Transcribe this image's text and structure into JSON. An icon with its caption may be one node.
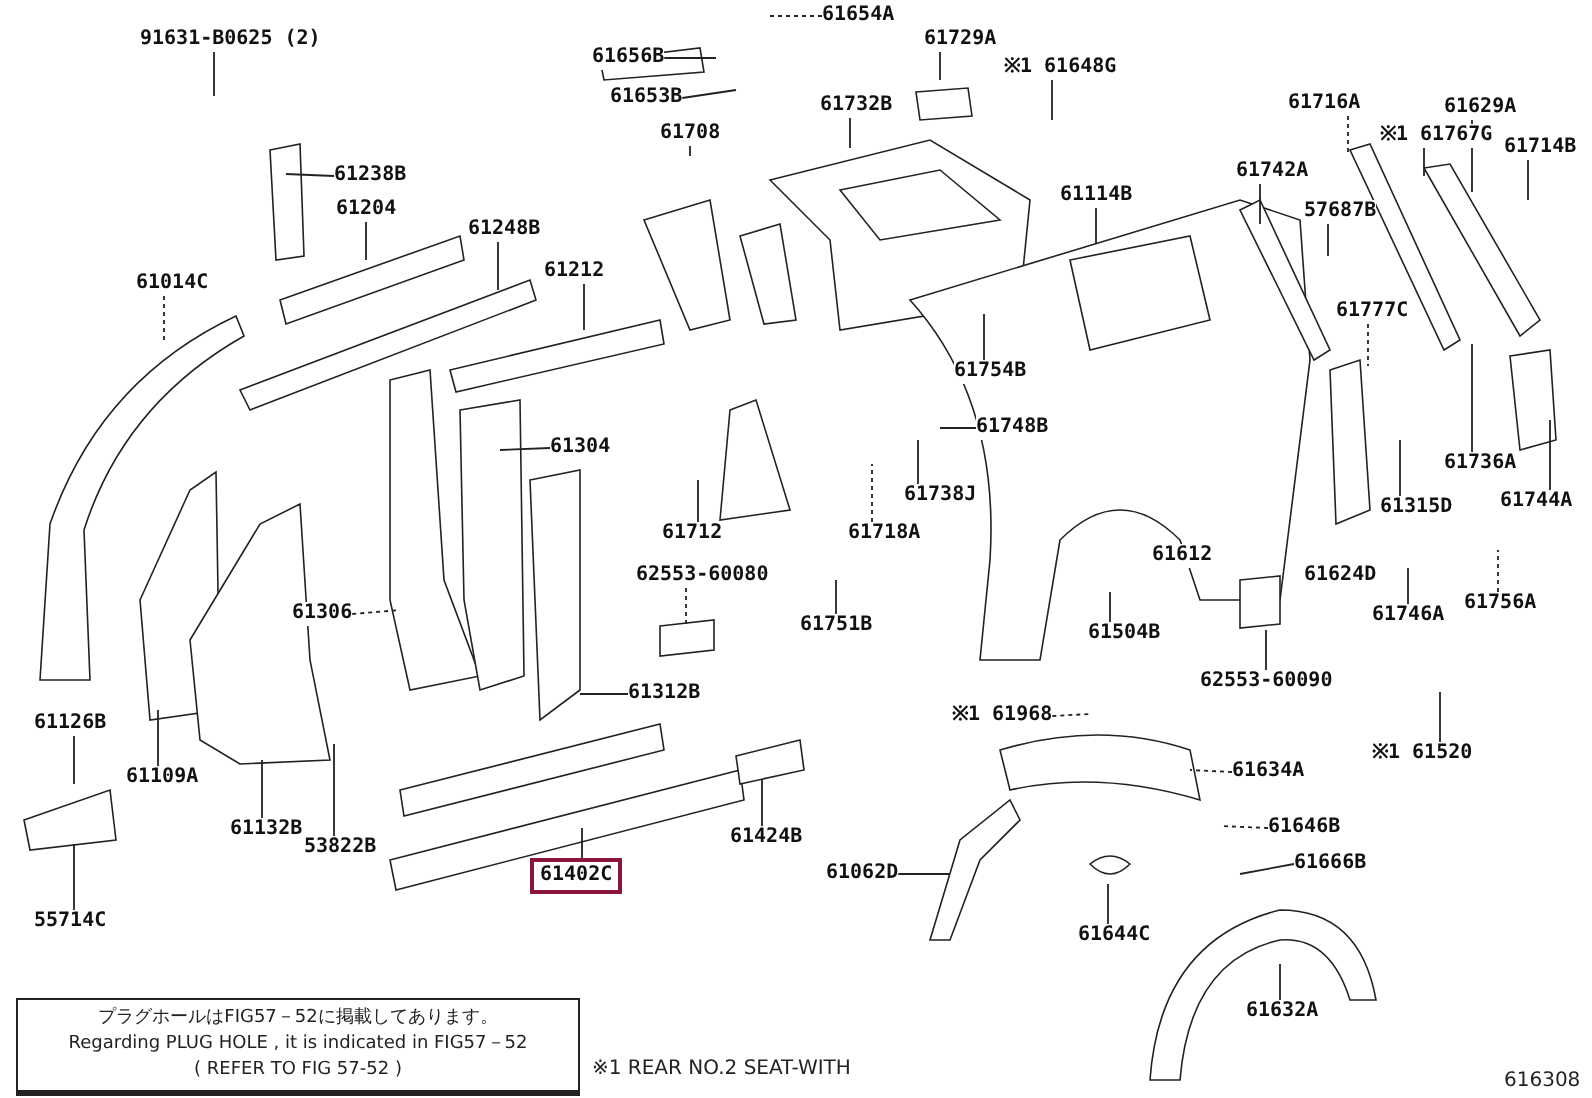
{
  "diagram": {
    "nodes": [
      {
        "text": [
          "91631-B0625 (2)"
        ]
      },
      {
        "text": [
          "61238B"
        ]
      },
      {
        "text": [
          "61204"
        ]
      },
      {
        "text": [
          "61248B"
        ]
      },
      {
        "text": [
          "61014C"
        ]
      },
      {
        "text": [
          "61212"
        ]
      },
      {
        "text": [
          "61304"
        ]
      },
      {
        "text": [
          "61306"
        ]
      },
      {
        "text": [
          "61126B"
        ]
      },
      {
        "text": [
          "61109A"
        ]
      },
      {
        "text": [
          "61132B"
        ]
      },
      {
        "text": [
          "53822B"
        ]
      },
      {
        "text": [
          "55714C"
        ]
      },
      {
        "text": [
          "62553-60080"
        ]
      },
      {
        "text": [
          "61312B"
        ]
      },
      {
        "text": [
          "61424B"
        ]
      },
      {
        "text": [
          "61402C"
        ]
      },
      {
        "text": [
          "61654A"
        ]
      },
      {
        "text": [
          "61656B"
        ]
      },
      {
        "text": [
          "61653B"
        ]
      },
      {
        "text": [
          "61708"
        ]
      },
      {
        "text": [
          "61729A"
        ]
      },
      {
        "text": [
          "※1 61648G"
        ]
      },
      {
        "text": [
          "61732B"
        ]
      },
      {
        "text": [
          "61114B"
        ]
      },
      {
        "text": [
          "61716A"
        ]
      },
      {
        "text": [
          "※1 61767G"
        ]
      },
      {
        "text": [
          "61629A"
        ]
      },
      {
        "text": [
          "61714B"
        ]
      },
      {
        "text": [
          "61742A"
        ]
      },
      {
        "text": [
          "57687B"
        ]
      },
      {
        "text": [
          "61777C"
        ]
      },
      {
        "text": [
          "61754B"
        ]
      },
      {
        "text": [
          "61748B"
        ]
      },
      {
        "text": [
          "61712"
        ]
      },
      {
        "text": [
          "61738J"
        ]
      },
      {
        "text": [
          "61718A"
        ]
      },
      {
        "text": [
          "61736A"
        ]
      },
      {
        "text": [
          "61744A"
        ]
      },
      {
        "text": [
          "61315D"
        ]
      },
      {
        "text": [
          "61751B"
        ]
      },
      {
        "text": [
          "61746A"
        ]
      },
      {
        "text": [
          "61756A"
        ]
      },
      {
        "text": [
          "61504B"
        ]
      },
      {
        "text": [
          "62553-60090"
        ]
      },
      {
        "text": [
          "※1 61520"
        ]
      },
      {
        "text": [
          "※1 61968"
        ]
      },
      {
        "text": [
          "61634A"
        ]
      },
      {
        "text": [
          "61646B"
        ]
      },
      {
        "text": [
          "61666B"
        ]
      },
      {
        "text": [
          "61062D"
        ]
      },
      {
        "text": [
          "61644C"
        ]
      },
      {
        "text": [
          "61632A"
        ]
      },
      {
        "text": [
          "プラグホールはFIG57－52に掲載してあります。",
          "Regarding PLUG HOLE , it is indicated in FIG57－52",
          "( REFER TO FIG 57-52 )"
        ]
      },
      {
        "text": [
          "61612"
        ]
      },
      {
        "text": [
          "61624D"
        ]
      }
    ],
    "edges": [
      {
        "from": 0,
        "to": null,
        "arrow": "none"
      },
      {
        "from": 1,
        "to": null,
        "arrow": "none"
      },
      {
        "from": 2,
        "to": null,
        "arrow": "none"
      },
      {
        "from": 3,
        "to": null,
        "arrow": "none"
      },
      {
        "from": 4,
        "to": null,
        "arrow": "none",
        "style": "dashed"
      },
      {
        "from": 5,
        "to": null,
        "arrow": "none"
      },
      {
        "from": 6,
        "to": null,
        "arrow": "none"
      },
      {
        "from": 7,
        "to": null,
        "arrow": "none",
        "style": "dashed"
      },
      {
        "from": 8,
        "to": null,
        "arrow": "none"
      },
      {
        "from": 9,
        "to": null,
        "arrow": "none"
      },
      {
        "from": 10,
        "to": null,
        "arrow": "none"
      },
      {
        "from": 11,
        "to": null,
        "arrow": "none"
      },
      {
        "from": 12,
        "to": null,
        "arrow": "none"
      },
      {
        "from": 13,
        "to": null,
        "arrow": "none",
        "style": "dashed"
      },
      {
        "from": 14,
        "to": null,
        "arrow": "none"
      },
      {
        "from": 15,
        "to": null,
        "arrow": "none"
      },
      {
        "from": 16,
        "to": null,
        "arrow": "none"
      },
      {
        "from": 17,
        "to": null,
        "arrow": "none",
        "style": "dashed"
      },
      {
        "from": 18,
        "to": null,
        "arrow": "none"
      },
      {
        "from": 19,
        "to": null,
        "arrow": "none"
      },
      {
        "from": 20,
        "to": null,
        "arrow": "none"
      },
      {
        "from": 21,
        "to": null,
        "arrow": "none"
      },
      {
        "from": 22,
        "to": null,
        "arrow": "none"
      },
      {
        "from": 23,
        "to": null,
        "arrow": "none"
      },
      {
        "from": 24,
        "to": null,
        "arrow": "none"
      },
      {
        "from": 25,
        "to": null,
        "arrow": "none",
        "style": "dashed"
      },
      {
        "from": 26,
        "to": null,
        "arrow": "none"
      },
      {
        "from": 27,
        "to": null,
        "arrow": "none"
      },
      {
        "from": 28,
        "to": null,
        "arrow": "none"
      },
      {
        "from": 29,
        "to": null,
        "arrow": "none"
      },
      {
        "from": 30,
        "to": null,
        "arrow": "none"
      },
      {
        "from": 31,
        "to": null,
        "arrow": "none",
        "style": "dashed"
      },
      {
        "from": 32,
        "to": null,
        "arrow": "none"
      },
      {
        "from": 33,
        "to": null,
        "arrow": "none"
      },
      {
        "from": 34,
        "to": null,
        "arrow": "none"
      },
      {
        "from": 35,
        "to": null,
        "arrow": "none"
      },
      {
        "from": 36,
        "to": null,
        "arrow": "none",
        "style": "dashed"
      },
      {
        "from": 37,
        "to": null,
        "arrow": "none"
      },
      {
        "from": 38,
        "to": null,
        "arrow": "none"
      },
      {
        "from": 39,
        "to": null,
        "arrow": "none"
      },
      {
        "from": 40,
        "to": null,
        "arrow": "none"
      },
      {
        "from": 41,
        "to": null,
        "arrow": "none"
      },
      {
        "from": 42,
        "to": null,
        "arrow": "none",
        "style": "dashed"
      },
      {
        "from": 43,
        "to": null,
        "arrow": "none"
      },
      {
        "from": 44,
        "to": null,
        "arrow": "none"
      },
      {
        "from": 45,
        "to": null,
        "arrow": "none"
      },
      {
        "from": 46,
        "to": null,
        "arrow": "none",
        "style": "dashed"
      },
      {
        "from": 47,
        "to": null,
        "arrow": "none",
        "style": "dashed"
      },
      {
        "from": 48,
        "to": null,
        "arrow": "none",
        "style": "dashed"
      },
      {
        "from": 49,
        "to": null,
        "arrow": "none"
      },
      {
        "from": 50,
        "to": null,
        "arrow": "none"
      },
      {
        "from": 51,
        "to": null,
        "arrow": "none"
      },
      {
        "from": 52,
        "to": null,
        "arrow": "none"
      }
    ],
    "labels": [
      "※1 REAR NO.2 SEAT-WITH",
      "616308"
    ]
  }
}
